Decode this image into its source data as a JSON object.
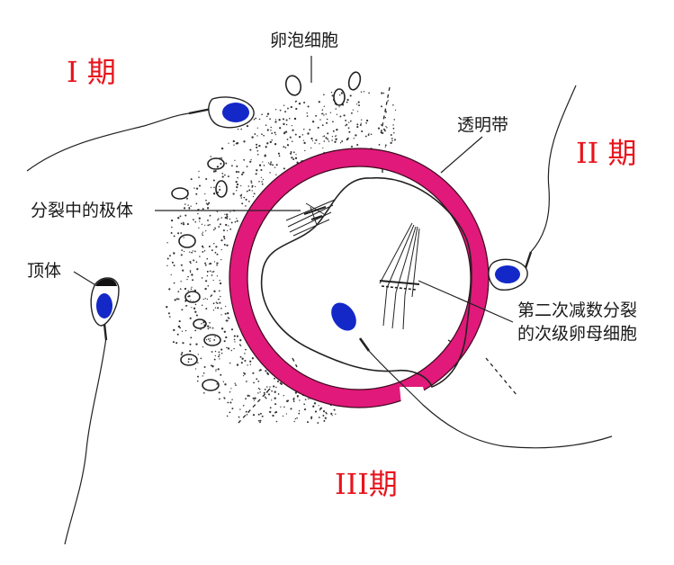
{
  "labels": {
    "follicle_cells": "卵泡细胞",
    "zona_pellucida": "透明带",
    "dividing_polar_body": "分裂中的极体",
    "acrosome": "顶体",
    "secondary_oocyte_line1": "第二次减数分裂",
    "secondary_oocyte_line2": "的次级卵母细胞"
  },
  "phases": {
    "phase_1": "I 期",
    "phase_2": "II 期",
    "phase_3": "III期"
  },
  "colors": {
    "zona": "#e0197a",
    "sperm_head": "#1428c8",
    "phase_text": "#e8141c",
    "ink": "#1a1a1a"
  }
}
